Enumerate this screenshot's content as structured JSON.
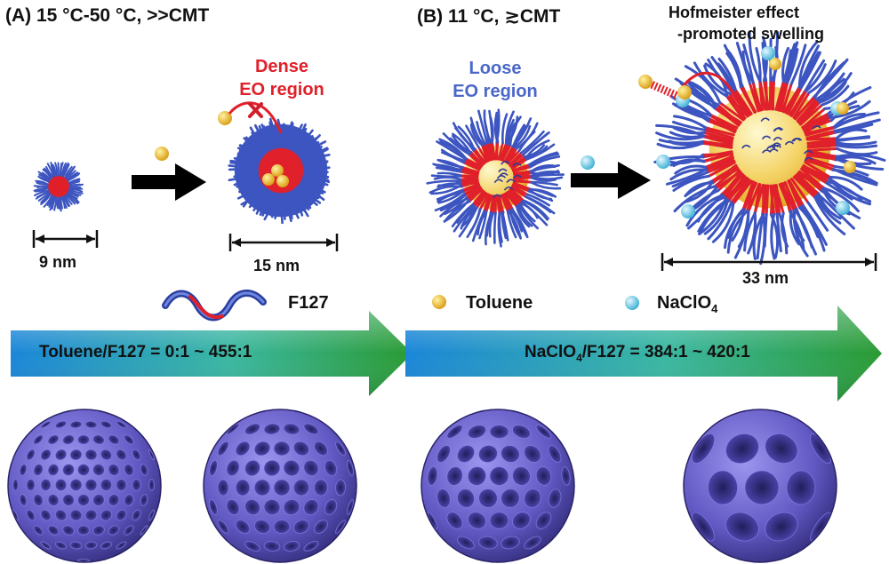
{
  "panel_a": {
    "title": "(A) 15 °C-50 °C, >>CMT",
    "region_label_line1": "Dense",
    "region_label_line2": "EO region",
    "size_small": "9 nm",
    "size_large": "15 nm"
  },
  "panel_b": {
    "title": "(B) 11 °C, ≳CMT",
    "region_label_line1": "Loose",
    "region_label_line2": "EO region",
    "effect_line1": "Hofmeister effect",
    "effect_line2": "-promoted swelling",
    "size_large": "33 nm"
  },
  "legend": {
    "polymer": "F127",
    "toluene": "Toluene",
    "salt_base": "NaClO",
    "salt_sub": "4"
  },
  "ratio_arrows": {
    "left_text": "Toluene/F127 = 0:1 ~ 455:1",
    "right_prefix": "NaClO",
    "right_sub": "4",
    "right_suffix": "/F127 = 384:1 ~ 420:1"
  },
  "colors": {
    "eo_blue": "#3c55c0",
    "po_red": "#e0202a",
    "toluene_yellow": "#f2c024",
    "salt_cyan": "#5fc9e6",
    "core_yellow": "#f4d468",
    "sphere_purple": "#6a62cc",
    "arrow_blue": "#1f8fdc",
    "arrow_green": "#2fa23a"
  }
}
